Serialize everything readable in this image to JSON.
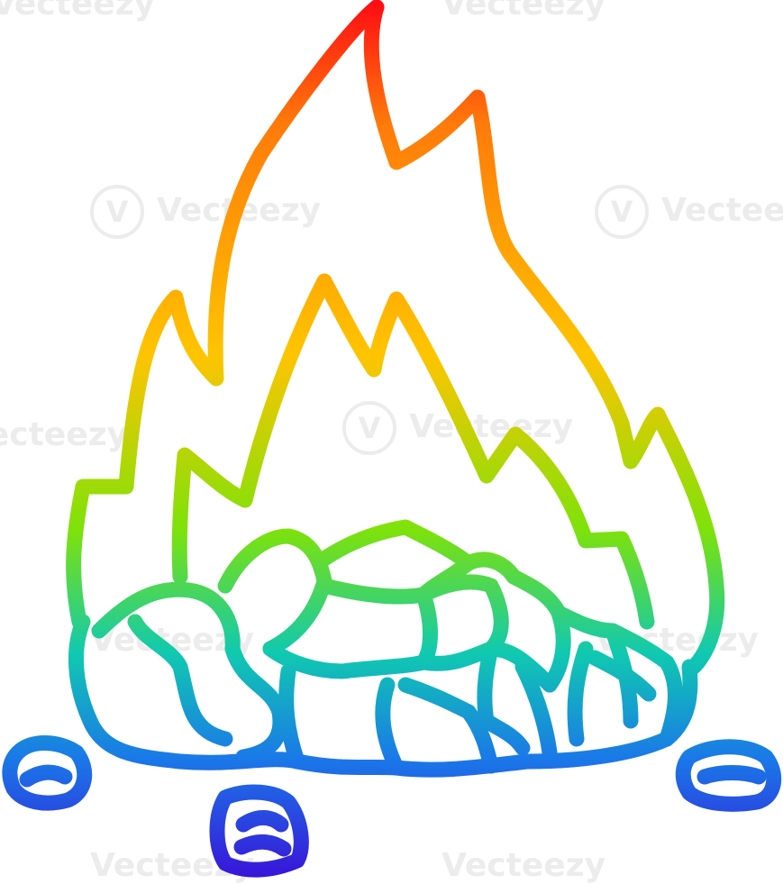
{
  "illustration": {
    "subject": "campfire",
    "watermark_text": "Vecteezy",
    "gradient": {
      "top": "#ff0a14",
      "orange": "#ff7a0a",
      "yellow": "#ffc400",
      "green": "#7ee20a",
      "teal": "#10c9b0",
      "blue": "#1a78e8",
      "bottom": "#3a10d8"
    },
    "stroke_color_note": "rainbow vertical gradient"
  }
}
